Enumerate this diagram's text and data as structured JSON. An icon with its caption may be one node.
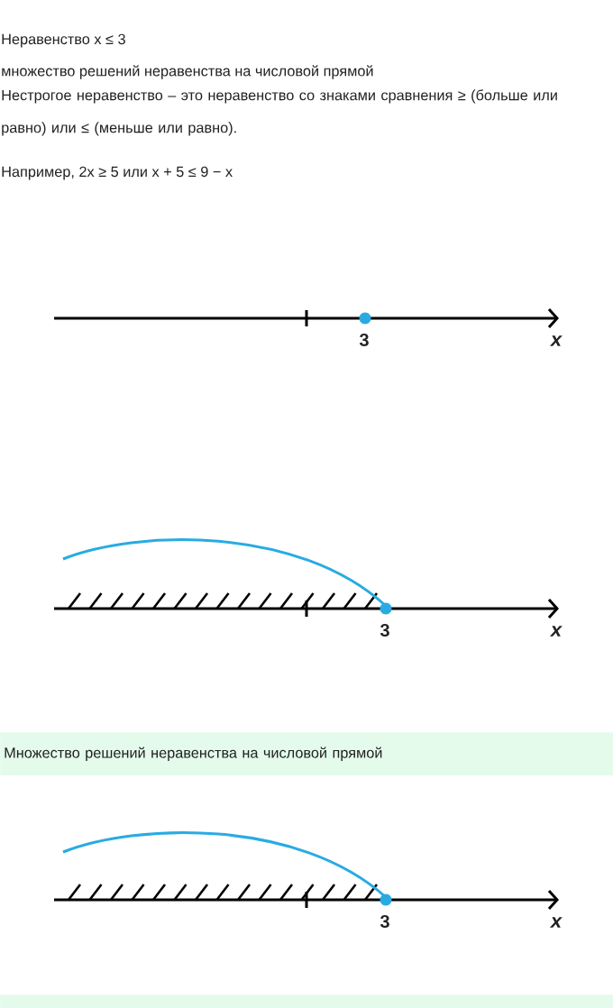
{
  "diagram": {
    "nodes": [
      {
        "text": [
          "Множество решений неравенства на числовой прямой"
        ]
      },
      {
        "text": [],
        "shape": "bar"
      }
    ],
    "labels": [
      "Неравенство x ≤ 3",
      "множество решений неравенства на числовой прямой",
      "Нестрогое неравенство – это неравенство со знаками сравнения ≥ (больше или равно) или ≤ (меньше или равно).",
      "Например, 2x ≥ 5 или x + 5 ≤ 9 − x",
      "3",
      "x",
      "3",
      "x",
      "3",
      "x"
    ]
  }
}
